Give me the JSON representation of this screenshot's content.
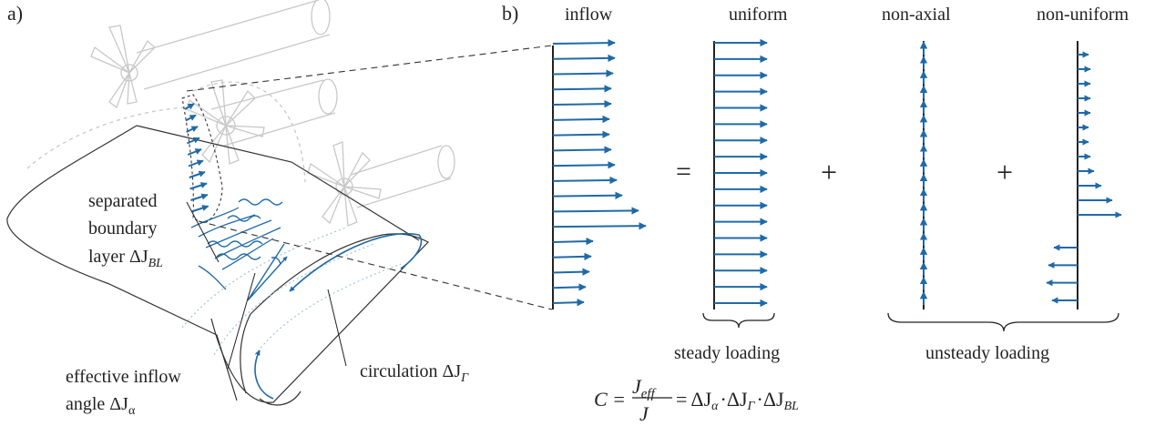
{
  "panels": {
    "a": "a)",
    "b": "b)"
  },
  "labels_a": {
    "separated_line1": "separated",
    "separated_line2": "boundary",
    "separated_line3": "layer ΔJ",
    "separated_sub": "BL",
    "effective_line1": "effective inflow",
    "effective_line2": "angle ΔJ",
    "effective_sub": "α",
    "circulation": "circulation ΔJ",
    "circulation_sub": "Γ"
  },
  "profiles": {
    "inflow": "inflow",
    "uniform": "uniform",
    "non_axial": "non-axial",
    "non_uniform": "non-uniform",
    "equals": "=",
    "plus1": "+",
    "plus2": "+"
  },
  "braces": {
    "steady": "steady loading",
    "unsteady": "unsteady loading"
  },
  "formula": {
    "lhs": "C =",
    "num": "J",
    "num_sub": "eff",
    "den": "J",
    "rhs_eq": "=",
    "t1": "ΔJ",
    "t1_sub": "α",
    "t2": "·ΔJ",
    "t2_sub": "Γ",
    "t3": "·ΔJ",
    "t3_sub": "BL"
  },
  "arrows": {
    "inflow_lengths": [
      56,
      56,
      54,
      52,
      52,
      50,
      50,
      52,
      56,
      58,
      64,
      82,
      90,
      32,
      30,
      28,
      24,
      22
    ],
    "uniform_count": 17,
    "uniform_length": 60,
    "non_axial_count": 18,
    "non_uniform": [
      8,
      10,
      10,
      10,
      10,
      8,
      8,
      10,
      14,
      22,
      34,
      44,
      -22,
      -28,
      -30,
      -24
    ]
  },
  "colors": {
    "arrow": "#1f6aa8",
    "line": "#222222",
    "faint": "#c4c4c4"
  }
}
